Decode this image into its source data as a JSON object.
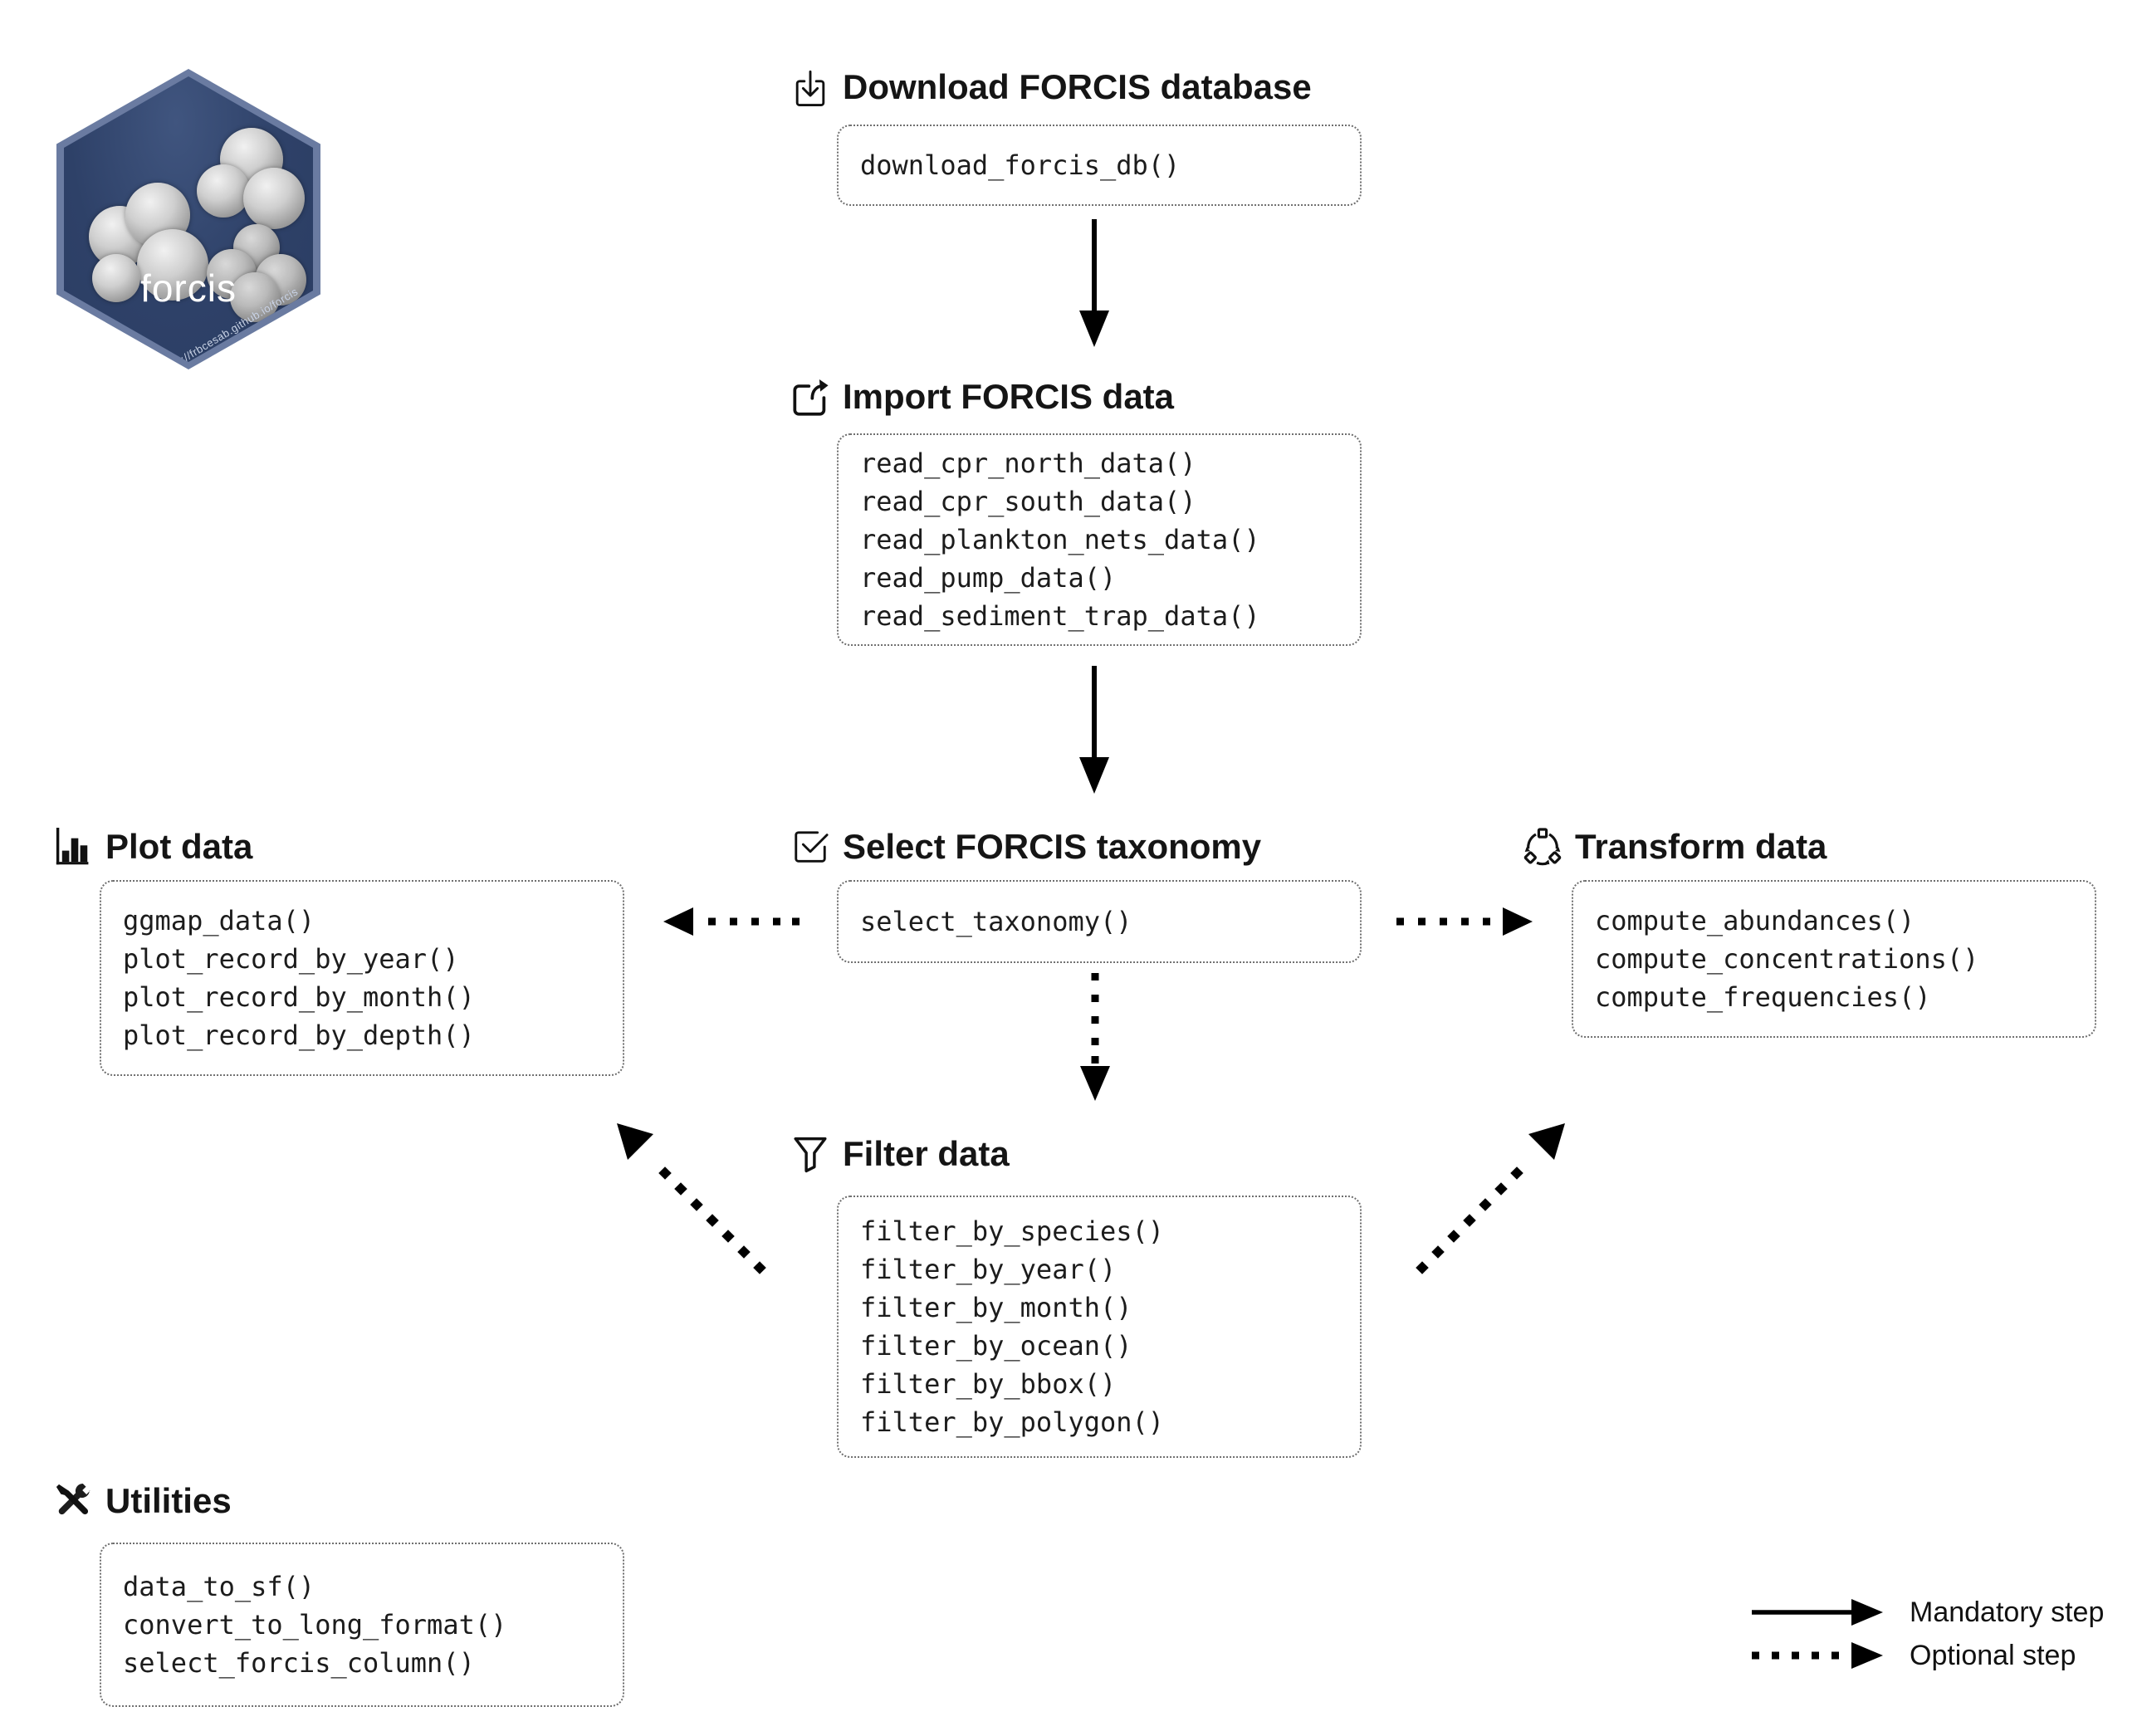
{
  "logo": {
    "label": "forcis",
    "url": "https://frbcesab.github.io/forcis",
    "fill_color": "#2e4168",
    "border_color": "#6a7ba1"
  },
  "sections": {
    "download": {
      "icon": "download-icon",
      "title": "Download FORCIS database",
      "functions": [
        "download_forcis_db()"
      ]
    },
    "import": {
      "icon": "import-icon",
      "title": "Import FORCIS data",
      "functions": [
        "read_cpr_north_data()",
        "read_cpr_south_data()",
        "read_plankton_nets_data()",
        "read_pump_data()",
        "read_sediment_trap_data()"
      ]
    },
    "plot": {
      "icon": "bar-chart-icon",
      "title": "Plot data",
      "functions": [
        "ggmap_data()",
        "plot_record_by_year()",
        "plot_record_by_month()",
        "plot_record_by_depth()"
      ]
    },
    "select": {
      "icon": "checkbox-icon",
      "title": "Select FORCIS taxonomy",
      "functions": [
        "select_taxonomy()"
      ]
    },
    "transform": {
      "icon": "cycle-icon",
      "title": "Transform data",
      "functions": [
        "compute_abundances()",
        "compute_concentrations()",
        "compute_frequencies()"
      ]
    },
    "filter": {
      "icon": "funnel-icon",
      "title": "Filter data",
      "functions": [
        "filter_by_species()",
        "filter_by_year()",
        "filter_by_month()",
        "filter_by_ocean()",
        "filter_by_bbox()",
        "filter_by_polygon()"
      ]
    },
    "utilities": {
      "icon": "tools-icon",
      "title": "Utilities",
      "functions": [
        "data_to_sf()",
        "convert_to_long_format()",
        "select_forcis_column()"
      ]
    }
  },
  "legend": {
    "mandatory": "Mandatory step",
    "optional": "Optional step"
  },
  "colors": {
    "ink": "#111111",
    "background": "#ffffff"
  }
}
